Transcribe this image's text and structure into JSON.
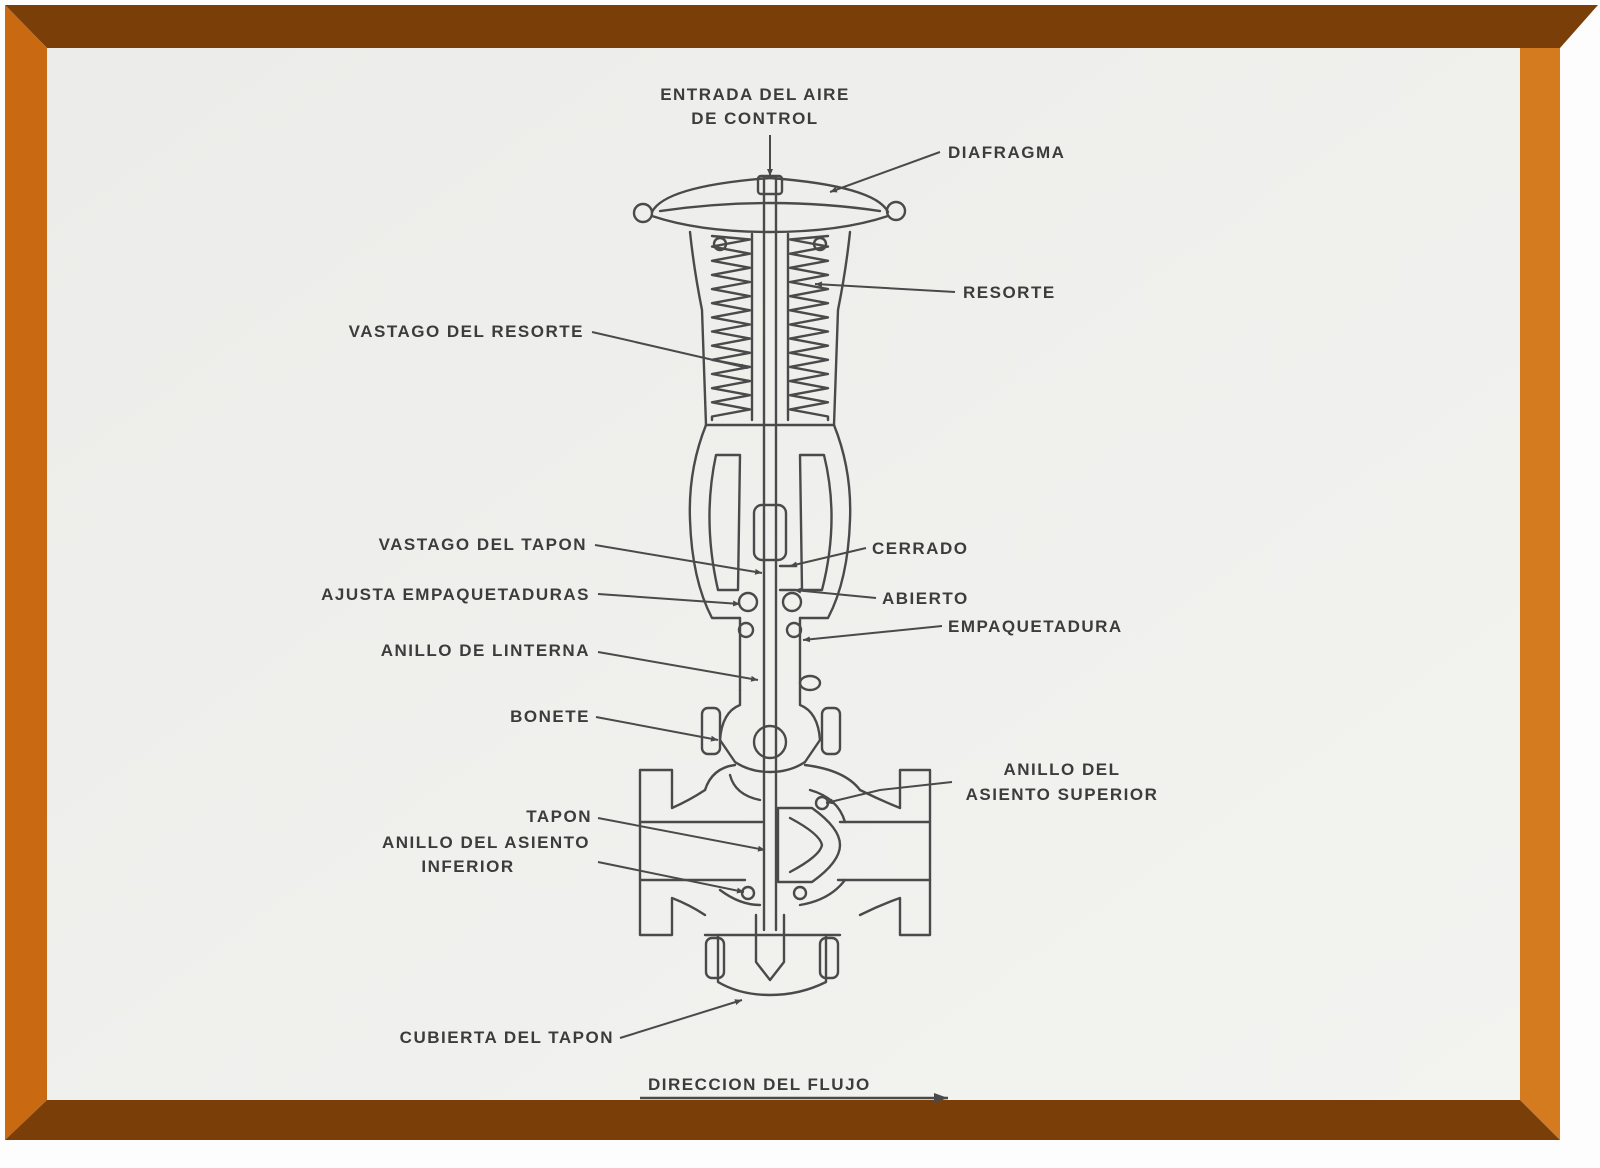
{
  "labels": {
    "air_inlet_line1": "ENTRADA DEL AIRE",
    "air_inlet_line2": "DE CONTROL",
    "diaphragm": "DIAFRAGMA",
    "spring": "RESORTE",
    "spring_stem": "VASTAGO DEL RESORTE",
    "plug_stem": "VASTAGO DEL TAPON",
    "closed": "CERRADO",
    "packing_adjust": "AJUSTA EMPAQUETADURAS",
    "open": "ABIERTO",
    "packing": "EMPAQUETADURA",
    "lantern_ring": "ANILLO DE LINTERNA",
    "bonnet": "BONETE",
    "upper_seat_line1": "ANILLO DEL",
    "upper_seat_line2": "ASIENTO SUPERIOR",
    "plug": "TAPON",
    "lower_seat_line1": "ANILLO DEL ASIENTO",
    "lower_seat_line2": "INFERIOR",
    "plug_cover": "CUBIERTA DEL TAPON",
    "flow_direction": "DIRECCION DEL FLUJO"
  },
  "colors": {
    "frame_orange": "#c96a12",
    "frame_orange_light": "#d47b1f",
    "frame_dark": "#7a3e08",
    "panel": "#efefeb",
    "ink": "#3c3c3c"
  }
}
